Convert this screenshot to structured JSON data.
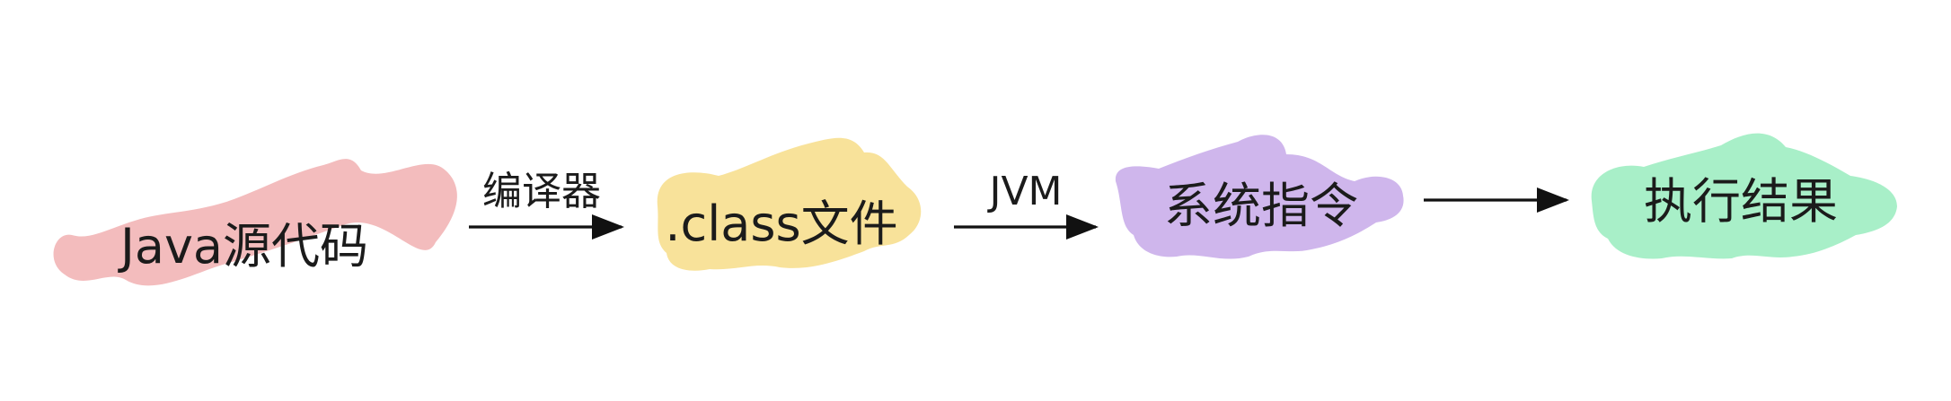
{
  "nodes": [
    {
      "label": "Java源代码",
      "color": "#f3bcbd"
    },
    {
      "label": ".class文件",
      "color": "#f8e29a"
    },
    {
      "label": "系统指令",
      "color": "#cfb6ec"
    },
    {
      "label": "执行结果",
      "color": "#a8efc8"
    }
  ],
  "edges": [
    {
      "from": 0,
      "to": 1,
      "label": "编译器"
    },
    {
      "from": 1,
      "to": 2,
      "label": "JVM"
    },
    {
      "from": 2,
      "to": 3,
      "label": ""
    }
  ],
  "colors": {
    "stroke": "#111111",
    "text": "#1b1b1b"
  }
}
